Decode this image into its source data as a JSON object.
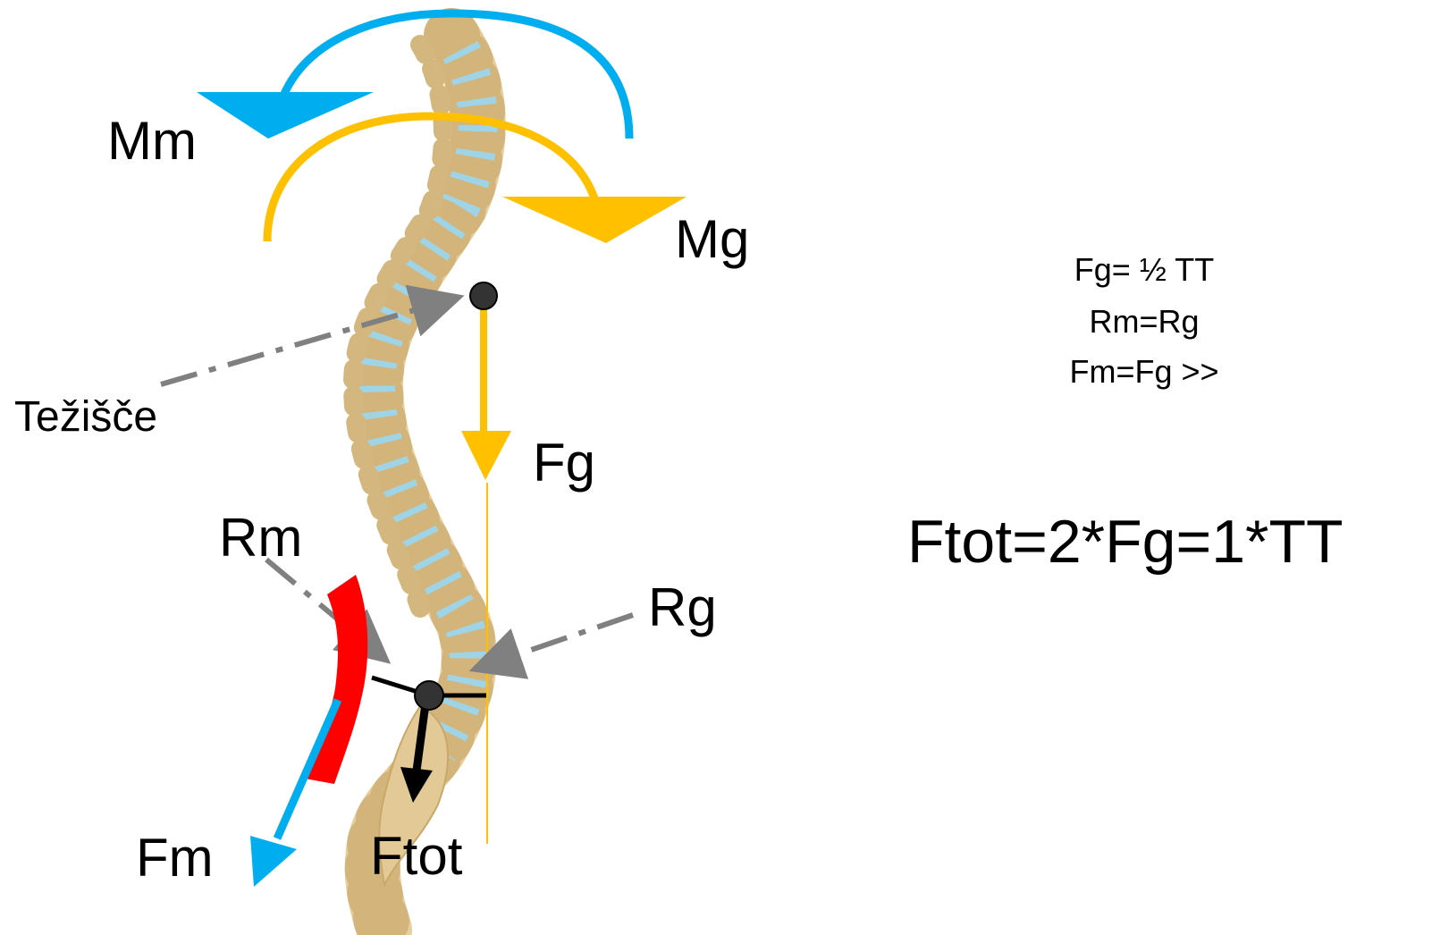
{
  "labels": {
    "moment_muscle": "Mm",
    "moment_gravity": "Mg",
    "center_of_gravity": "Težišče",
    "force_gravity": "Fg",
    "lever_muscle": "Rm",
    "lever_gravity": "Rg",
    "force_muscle": "Fm",
    "force_total": "Ftot"
  },
  "equations": {
    "line1": "Fg= ½ TT",
    "line2": "Rm=Rg",
    "line3": "Fm=Fg >>",
    "main": "Ftot=2*Fg=1*TT"
  },
  "colors": {
    "muscle_blue": "#00aeef",
    "gravity_yellow": "#ffc000",
    "muscle_red": "#ff0000",
    "dash_gray": "#808080",
    "bone": "#e6cf9d",
    "disc": "#9fd3e6",
    "point": "#333333"
  }
}
